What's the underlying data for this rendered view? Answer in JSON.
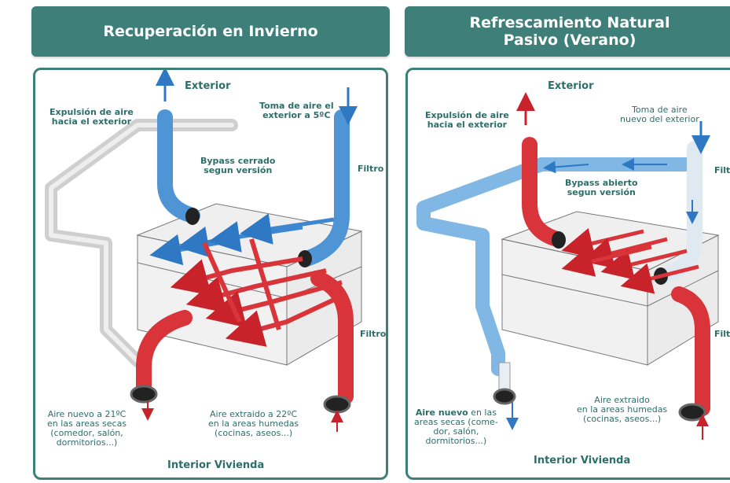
{
  "left_panel": {
    "title": "Recuperación en Invierno",
    "exterior": "Exterior",
    "exhaust_line1": "Expulsión de aire",
    "exhaust_line2": "hacia el exterior",
    "intake_line1": "Toma de aire el",
    "intake_line2": "exterior a 5ºC",
    "bypass_line1": "Bypass cerrado",
    "bypass_line2": "segun versión",
    "filter_top": "Filtro",
    "filter_bottom": "Filtro",
    "supply_line1": "Aire nuevo a 21ºC",
    "supply_line2": "en las areas secas",
    "supply_line3": "(comedor, salón,",
    "supply_line4": "dormitorios...)",
    "extract_line1": "Aire extraido a 22ºC",
    "extract_line2": "en la areas humedas",
    "extract_line3": "(cocinas, aseos...)",
    "interior": "Interior Vivienda"
  },
  "right_panel": {
    "title_line1": "Refrescamiento Natural",
    "title_line2": "Pasivo (Verano)",
    "exterior": "Exterior",
    "exhaust_line1": "Expulsión de aire",
    "exhaust_line2": "hacia el exterior",
    "intake_line1": "Toma de aire",
    "intake_line2": "nuevo del exterior",
    "bypass_line1": "Bypass abierto",
    "bypass_line2": "segun versión",
    "filter_top": "Filtro",
    "filter_bottom": "Filtro",
    "supply_bold": "Aire nuevo",
    "supply_rest1": " en las",
    "supply_line2": "areas secas (come-",
    "supply_line3": "dor, salón,",
    "supply_line4": "dormitorios...)",
    "extract_line1": "Aire extraido",
    "extract_line2": "en la areas humedas",
    "extract_line3": "(cocinas, aseos...)",
    "interior": "Interior Vivienda"
  },
  "colors": {
    "header_bg": "#3e7f7a",
    "label_text": "#2e6e69",
    "cold_air": "#4f94d4",
    "warm_air": "#d8343a",
    "bypass_pipe": "#cfcfcf"
  }
}
